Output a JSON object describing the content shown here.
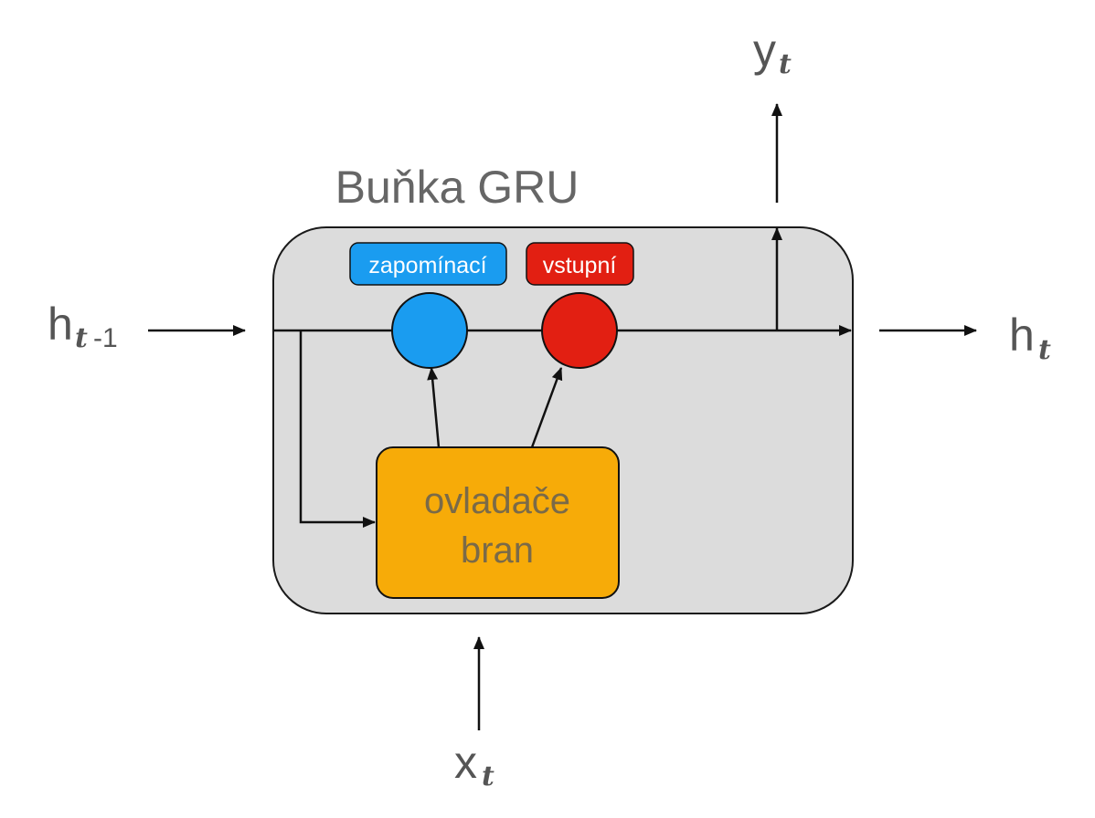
{
  "cell": {
    "title": "Buňka GRU"
  },
  "gates": {
    "forget": {
      "label": "zapomínací",
      "color": "#1a9cf0"
    },
    "input": {
      "label": "vstupní",
      "color": "#e21f12"
    }
  },
  "controller": {
    "line1": "ovladače",
    "line2": "bran",
    "color": "#f7ab08"
  },
  "io": {
    "h_prev": {
      "base": "h",
      "sub_var": "t",
      "sub_rest": "-1"
    },
    "h_next": {
      "base": "h",
      "sub_var": "t"
    },
    "y_out": {
      "base": "y",
      "sub_var": "t"
    },
    "x_in": {
      "base": "x",
      "sub_var": "t"
    }
  }
}
